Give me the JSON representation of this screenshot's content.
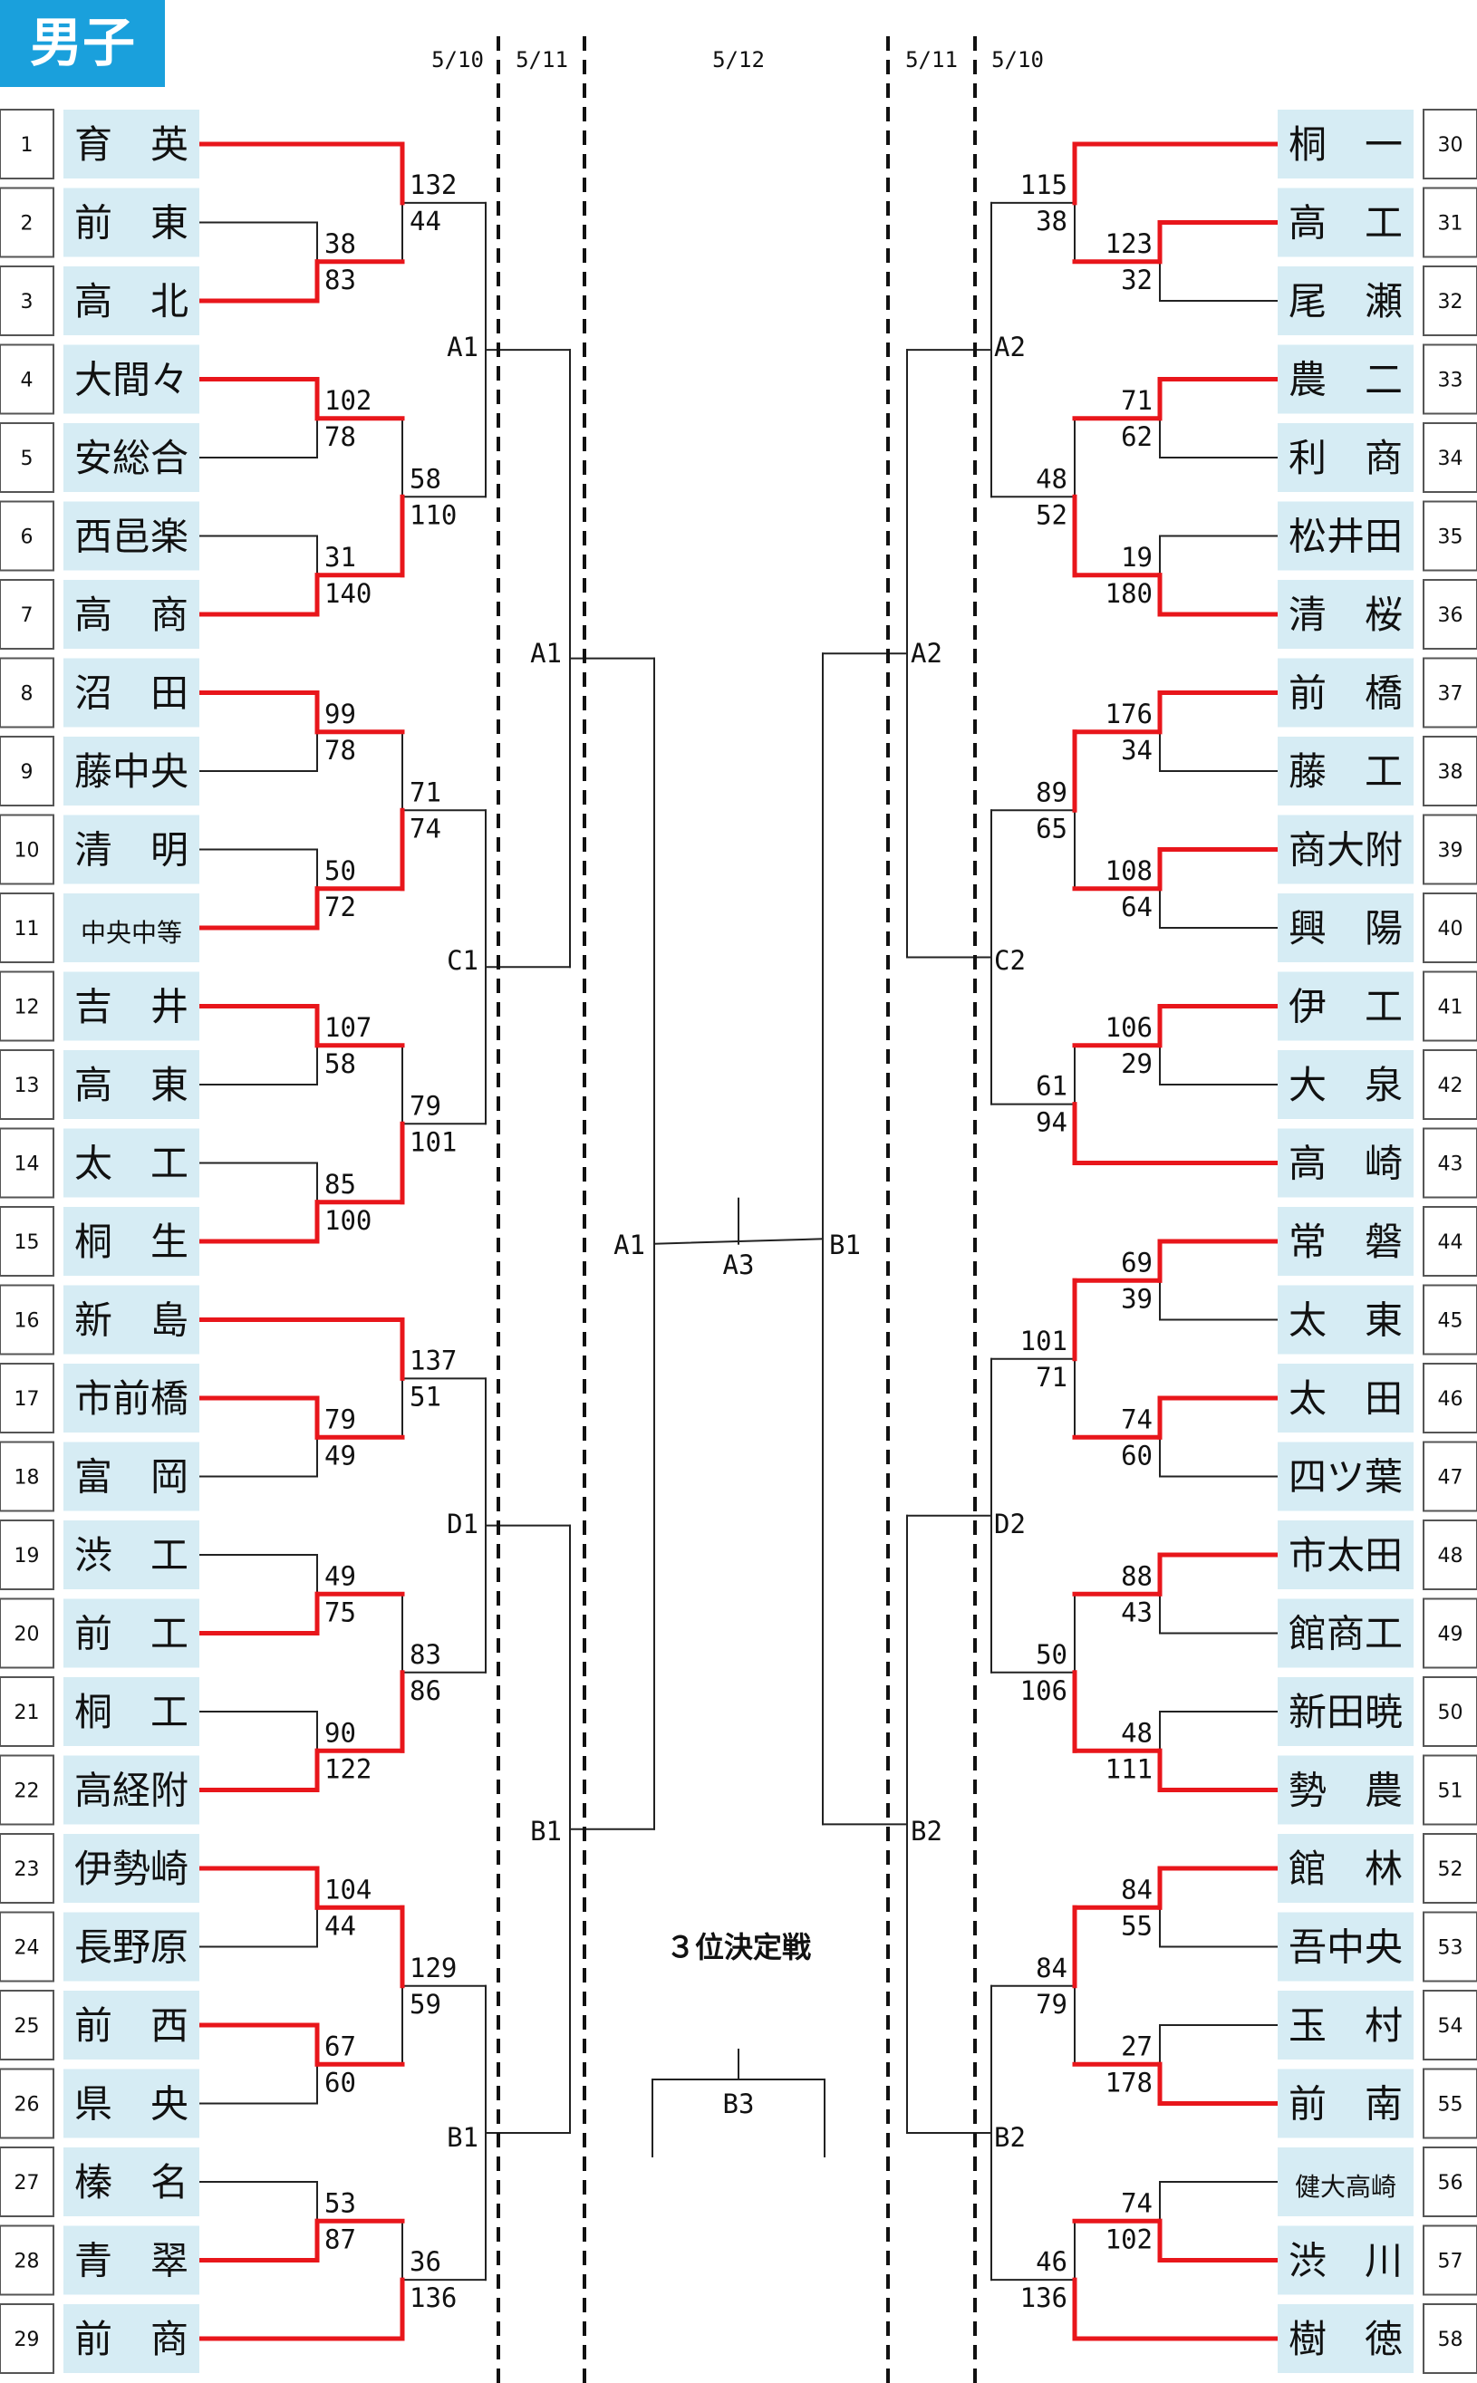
{
  "title": "男子",
  "colors": {
    "accent": "#1aa0dc",
    "winner": "#e8161b",
    "name_bg": "#d6ecf4",
    "line": "#222222"
  },
  "dates": {
    "left_r1": "5/10",
    "left_r2": "5/11",
    "final": "5/12",
    "right_r2": "5/11",
    "right_r1": "5/10"
  },
  "third_place": {
    "label": "３位決定戦",
    "code": "B3"
  },
  "final_match": {
    "left": "A1",
    "center": "A3",
    "right": "B1"
  },
  "semis": {
    "left_top": "A1",
    "left_bottom": "B1",
    "right_top": "A2",
    "right_bottom": "B2"
  },
  "quarters": {
    "left": [
      "A1",
      "C1",
      "D1",
      "B1"
    ],
    "right": [
      "A2",
      "C2",
      "D2",
      "B2"
    ]
  },
  "teams_left": [
    {
      "n": "1",
      "name": "育　英"
    },
    {
      "n": "2",
      "name": "前　東"
    },
    {
      "n": "3",
      "name": "高　北"
    },
    {
      "n": "4",
      "name": "大間々"
    },
    {
      "n": "5",
      "name": "安総合"
    },
    {
      "n": "6",
      "name": "西邑楽"
    },
    {
      "n": "7",
      "name": "高　商"
    },
    {
      "n": "8",
      "name": "沼　田"
    },
    {
      "n": "9",
      "name": "藤中央"
    },
    {
      "n": "10",
      "name": "清　明"
    },
    {
      "n": "11",
      "name": "中央中等"
    },
    {
      "n": "12",
      "name": "吉　井"
    },
    {
      "n": "13",
      "name": "高　東"
    },
    {
      "n": "14",
      "name": "太　工"
    },
    {
      "n": "15",
      "name": "桐　生"
    },
    {
      "n": "16",
      "name": "新　島"
    },
    {
      "n": "17",
      "name": "市前橋"
    },
    {
      "n": "18",
      "name": "富　岡"
    },
    {
      "n": "19",
      "name": "渋　工"
    },
    {
      "n": "20",
      "name": "前　工"
    },
    {
      "n": "21",
      "name": "桐　工"
    },
    {
      "n": "22",
      "name": "高経附"
    },
    {
      "n": "23",
      "name": "伊勢崎"
    },
    {
      "n": "24",
      "name": "長野原"
    },
    {
      "n": "25",
      "name": "前　西"
    },
    {
      "n": "26",
      "name": "県　央"
    },
    {
      "n": "27",
      "name": "榛　名"
    },
    {
      "n": "28",
      "name": "青　翠"
    },
    {
      "n": "29",
      "name": "前　商"
    }
  ],
  "teams_right": [
    {
      "n": "30",
      "name": "桐　一"
    },
    {
      "n": "31",
      "name": "高　工"
    },
    {
      "n": "32",
      "name": "尾　瀬"
    },
    {
      "n": "33",
      "name": "農　二"
    },
    {
      "n": "34",
      "name": "利　商"
    },
    {
      "n": "35",
      "name": "松井田"
    },
    {
      "n": "36",
      "name": "清　桜"
    },
    {
      "n": "37",
      "name": "前　橋"
    },
    {
      "n": "38",
      "name": "藤　工"
    },
    {
      "n": "39",
      "name": "商大附"
    },
    {
      "n": "40",
      "name": "興　陽"
    },
    {
      "n": "41",
      "name": "伊　工"
    },
    {
      "n": "42",
      "name": "大　泉"
    },
    {
      "n": "43",
      "name": "高　崎"
    },
    {
      "n": "44",
      "name": "常　磐"
    },
    {
      "n": "45",
      "name": "太　東"
    },
    {
      "n": "46",
      "name": "太　田"
    },
    {
      "n": "47",
      "name": "四ツ葉"
    },
    {
      "n": "48",
      "name": "市太田"
    },
    {
      "n": "49",
      "name": "館商工"
    },
    {
      "n": "50",
      "name": "新田暁"
    },
    {
      "n": "51",
      "name": "勢　農"
    },
    {
      "n": "52",
      "name": "館　林"
    },
    {
      "n": "53",
      "name": "吾中央"
    },
    {
      "n": "54",
      "name": "玉　村"
    },
    {
      "n": "55",
      "name": "前　南"
    },
    {
      "n": "56",
      "name": "健大高崎"
    },
    {
      "n": "57",
      "name": "渋　川"
    },
    {
      "n": "58",
      "name": "樹　徳"
    }
  ],
  "matches_left_r1": [
    {
      "a": 2,
      "b": 3,
      "sa": "38",
      "sb": "83",
      "w": "b"
    },
    {
      "a": 4,
      "b": 5,
      "sa": "102",
      "sb": "78",
      "w": "a"
    },
    {
      "a": 6,
      "b": 7,
      "sa": "31",
      "sb": "140",
      "w": "b"
    },
    {
      "a": 8,
      "b": 9,
      "sa": "99",
      "sb": "78",
      "w": "a"
    },
    {
      "a": 10,
      "b": 11,
      "sa": "50",
      "sb": "72",
      "w": "b"
    },
    {
      "a": 12,
      "b": 13,
      "sa": "107",
      "sb": "58",
      "w": "a"
    },
    {
      "a": 14,
      "b": 15,
      "sa": "85",
      "sb": "100",
      "w": "b"
    },
    {
      "a": 17,
      "b": 18,
      "sa": "79",
      "sb": "49",
      "w": "a"
    },
    {
      "a": 19,
      "b": 20,
      "sa": "49",
      "sb": "75",
      "w": "b"
    },
    {
      "a": 21,
      "b": 22,
      "sa": "90",
      "sb": "122",
      "w": "b"
    },
    {
      "a": 23,
      "b": 24,
      "sa": "104",
      "sb": "44",
      "w": "a"
    },
    {
      "a": 25,
      "b": 26,
      "sa": "67",
      "sb": "60",
      "w": "a"
    },
    {
      "a": 27,
      "b": 28,
      "sa": "53",
      "sb": "87",
      "w": "b"
    }
  ],
  "matches_left_r2": [
    {
      "sa": "132",
      "sb": "44",
      "w": "a"
    },
    {
      "sa": "58",
      "sb": "110",
      "w": "b"
    },
    {
      "sa": "71",
      "sb": "74",
      "w": "b"
    },
    {
      "sa": "79",
      "sb": "101",
      "w": "b"
    },
    {
      "sa": "137",
      "sb": "51",
      "w": "a"
    },
    {
      "sa": "83",
      "sb": "86",
      "w": "b"
    },
    {
      "sa": "129",
      "sb": "59",
      "w": "a"
    },
    {
      "sa": "36",
      "sb": "136",
      "w": "b"
    }
  ],
  "matches_right_r1": [
    {
      "a": 31,
      "b": 32,
      "sa": "123",
      "sb": "32",
      "w": "a"
    },
    {
      "a": 33,
      "b": 34,
      "sa": "71",
      "sb": "62",
      "w": "a"
    },
    {
      "a": 35,
      "b": 36,
      "sa": "19",
      "sb": "180",
      "w": "b"
    },
    {
      "a": 37,
      "b": 38,
      "sa": "176",
      "sb": "34",
      "w": "a"
    },
    {
      "a": 39,
      "b": 40,
      "sa": "108",
      "sb": "64",
      "w": "a"
    },
    {
      "a": 41,
      "b": 42,
      "sa": "106",
      "sb": "29",
      "w": "a"
    },
    {
      "a": 44,
      "b": 45,
      "sa": "69",
      "sb": "39",
      "w": "a"
    },
    {
      "a": 46,
      "b": 47,
      "sa": "74",
      "sb": "60",
      "w": "a"
    },
    {
      "a": 48,
      "b": 49,
      "sa": "88",
      "sb": "43",
      "w": "a"
    },
    {
      "a": 50,
      "b": 51,
      "sa": "48",
      "sb": "111",
      "w": "b"
    },
    {
      "a": 52,
      "b": 53,
      "sa": "84",
      "sb": "55",
      "w": "a"
    },
    {
      "a": 54,
      "b": 55,
      "sa": "27",
      "sb": "178",
      "w": "b"
    },
    {
      "a": 56,
      "b": 57,
      "sa": "74",
      "sb": "102",
      "w": "b"
    }
  ],
  "matches_right_r2": [
    {
      "sa": "115",
      "sb": "38",
      "w": "a"
    },
    {
      "sa": "48",
      "sb": "52",
      "w": "b"
    },
    {
      "sa": "89",
      "sb": "65",
      "w": "a"
    },
    {
      "sa": "61",
      "sb": "94",
      "w": "b"
    },
    {
      "sa": "101",
      "sb": "71",
      "w": "a"
    },
    {
      "sa": "50",
      "sb": "106",
      "w": "b"
    },
    {
      "sa": "84",
      "sb": "79",
      "w": "a"
    },
    {
      "sa": "46",
      "sb": "136",
      "w": "b"
    }
  ]
}
